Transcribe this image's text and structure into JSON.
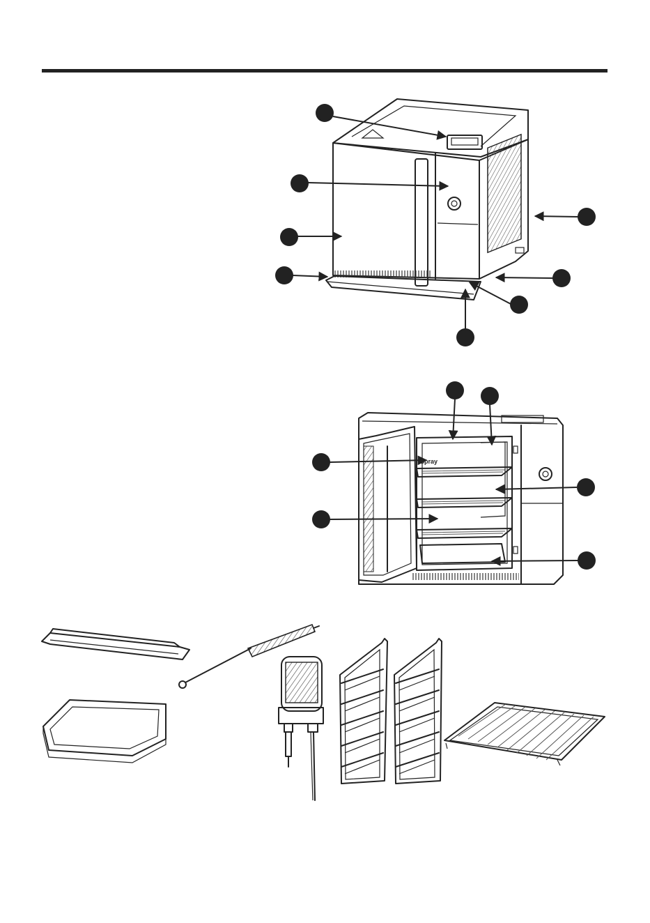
{
  "top_rule": true,
  "figure_1": {
    "subject": "oven-exterior",
    "callouts": 8
  },
  "figure_2": {
    "subject": "oven-interior-door-open",
    "callouts": 6,
    "interior_printed_text": "Spray"
  },
  "accessories": [
    "crumb-tray",
    "cleaning-brush",
    "baking-pan",
    "temperature-probe",
    "left-rack-rail",
    "right-rack-rail",
    "wire-rack"
  ],
  "colors": {
    "line": "#222222",
    "callout": "#222222",
    "background": "#ffffff"
  }
}
